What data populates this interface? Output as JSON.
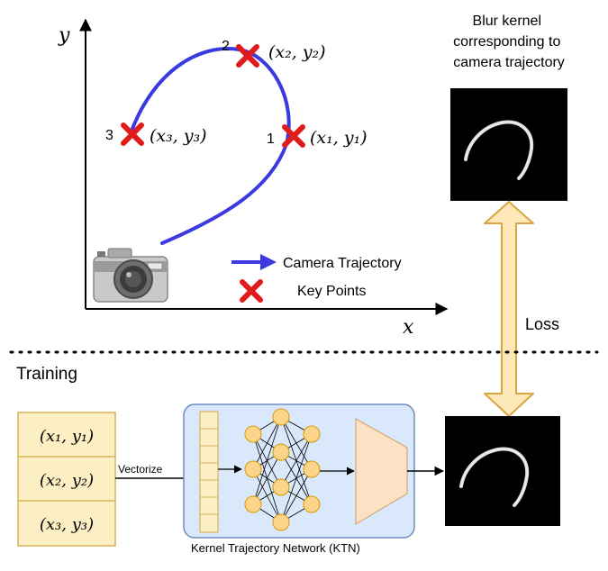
{
  "axes": {
    "x_label": "x",
    "y_label": "y"
  },
  "key_points": [
    {
      "number": "1",
      "coord_label": "(x₁, y₁)"
    },
    {
      "number": "2",
      "coord_label": "(x₂, y₂)"
    },
    {
      "number": "3",
      "coord_label": "(x₃, y₃)"
    }
  ],
  "legend": {
    "trajectory_label": "Camera Trajectory",
    "keypoints_label": "Key Points"
  },
  "blur_kernel_title": [
    "Blur kernel",
    "corresponding to",
    "camera trajectory"
  ],
  "loss_label": "Loss",
  "training_label": "Training",
  "input_table": [
    "(x₁, y₁)",
    "(x₂, y₂)",
    "(x₃, y₃)"
  ],
  "vectorize_label": "Vectorize",
  "network_label": "Kernel Trajectory Network  (KTN)",
  "colors": {
    "trajectory": "#3a3ae0",
    "key_point": "#e01b1b",
    "table_fill": "#fdefc4",
    "table_stroke": "#d8b25a",
    "network_fill": "#dae8fc",
    "network_stroke": "#6c8ebf",
    "node_fill": "#fcd58a",
    "node_stroke": "#d79b00",
    "decoder_fill": "#fde1c4",
    "arrow_fill": "#fde8b8",
    "arrow_stroke": "#d9a443"
  }
}
